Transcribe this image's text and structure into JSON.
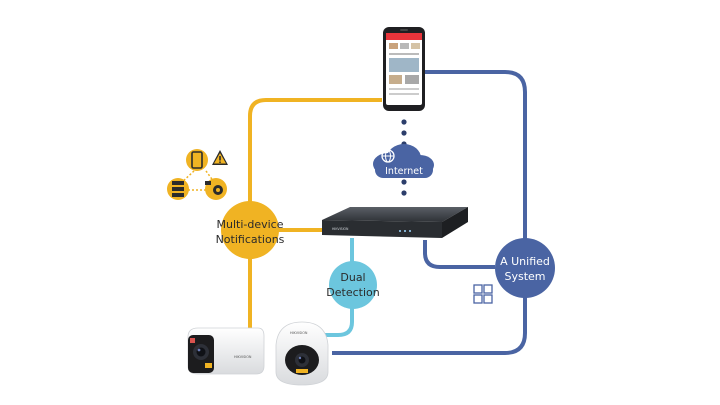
{
  "diagram": {
    "nodes": {
      "multi_device": {
        "line1": "Multi-device",
        "line2": "Notifications"
      },
      "dual_detection": {
        "line1": "Dual",
        "line2": "Detection"
      },
      "unified_system": {
        "line1": "A Unified",
        "line2": "System"
      },
      "internet": {
        "label": "Internet"
      }
    },
    "camera_brand": "HIKVISION",
    "dvr_brand": "HIKVISION"
  },
  "colors": {
    "yellow": "#F0B323",
    "navy": "#4A64A3",
    "light_blue": "#6CC6DE",
    "dvr_body": "#3B3F44",
    "phone_accent": "#E8343B"
  },
  "icons": [
    "phone-icon",
    "warning-icon",
    "server-icon",
    "camera-icon",
    "cloud-globe-icon",
    "grid-windows-icon"
  ]
}
